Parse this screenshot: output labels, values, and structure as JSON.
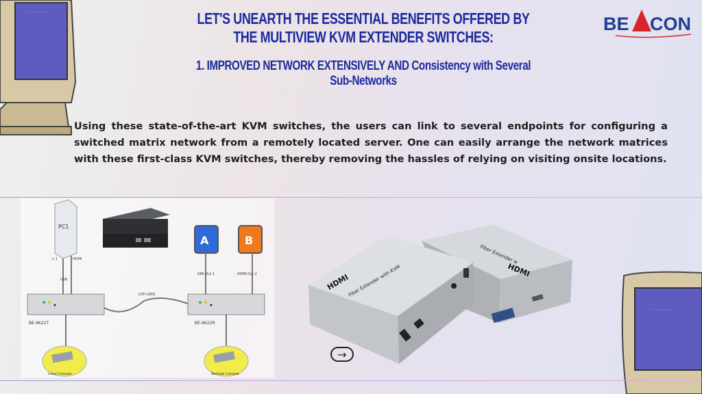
{
  "heading": {
    "line1": "LET'S UNEARTH THE ESSENTIAL BENEFITS OFFERED BY",
    "line2": "THE MULTIVIEW KVM EXTENDER SWITCHES:"
  },
  "subheading": {
    "line1": "1. IMPROVED NETWORK EXTENSIVELY AND Consistency with Several",
    "line2": "Sub-Networks"
  },
  "body_text": "Using these state-of-the-art KVM switches, the users can link to several endpoints for configuring a switched matrix network from a remotely located server. One can easily arrange the network matrices with these first-class KVM switches, thereby removing the hassles of relying on visiting onsite locations.",
  "logo": {
    "left": "BE",
    "right": "CON"
  },
  "diagram": {
    "pc_label": "PC1",
    "left_cable_1": "n 1",
    "left_cable_2": "HDMI",
    "usb_label": "USB",
    "cat_label": "UTP CAT6",
    "monitor_a": "A",
    "monitor_b": "B",
    "out1_label": "DMI Out 1",
    "out2_label": "HDMI Out 2",
    "left_unit": "BE-9622T",
    "right_unit": "BE-9622R",
    "left_console": "Local Console",
    "right_console": "Remote Console"
  },
  "product": {
    "front_brand": "HDMI",
    "front_name": "Fiber Extender with KVM",
    "back_brand": "HDMI",
    "back_name": "Fiber Extender w"
  },
  "nav_icon": "arrow-right-icon",
  "colors": {
    "heading": "#1c2a9e",
    "logo_blue": "#1f3e8c",
    "logo_red": "#d6262b",
    "monitor_beige": "#d8c9a6",
    "screen_blue": "#5f5cc0"
  }
}
